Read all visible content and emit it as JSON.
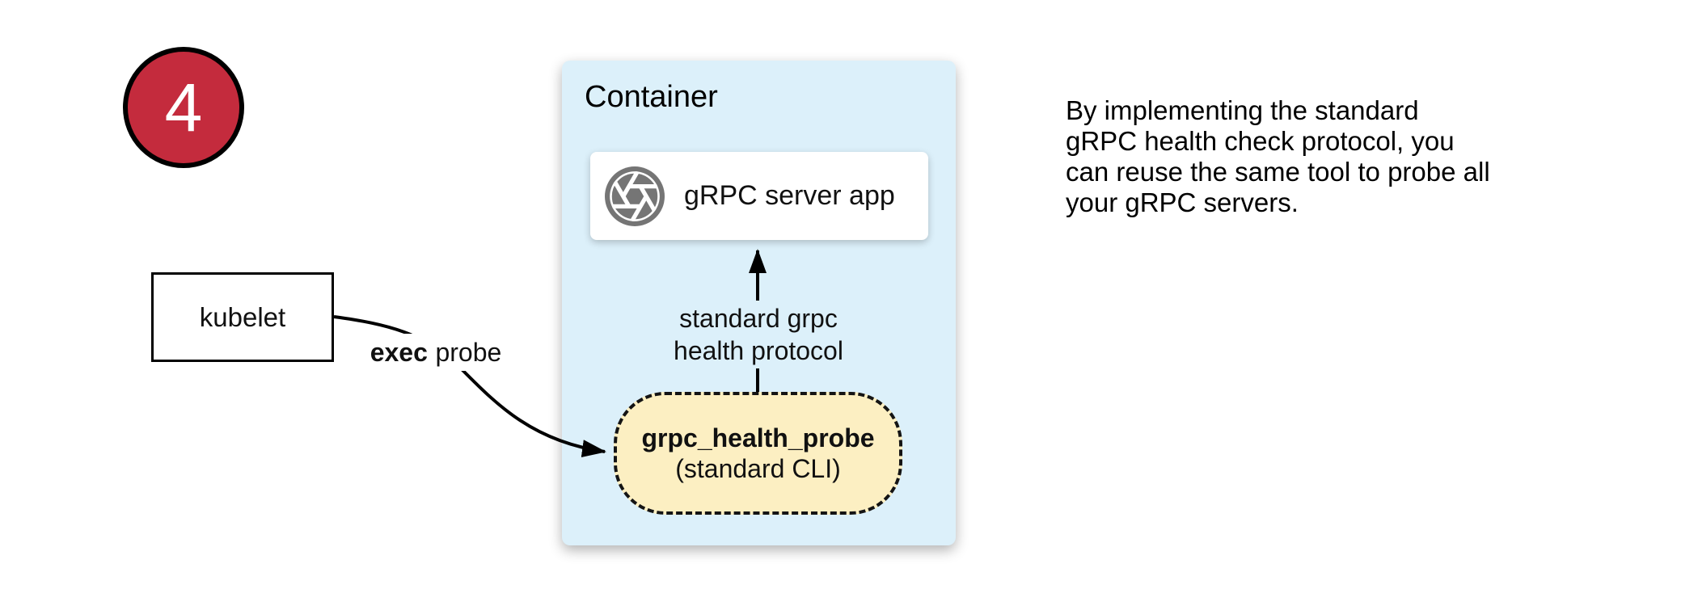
{
  "badge": {
    "value": "4"
  },
  "kubelet": {
    "label": "kubelet"
  },
  "container": {
    "title": "Container"
  },
  "server_box": {
    "label": "gRPC server app",
    "icon": "aperture-icon"
  },
  "probe_box": {
    "line1": "grpc_health_probe",
    "line2": "(standard CLI)"
  },
  "exec_edge": {
    "bold": "exec",
    "rest": "probe"
  },
  "protocol_edge": {
    "line1": "standard grpc",
    "line2": "health protocol"
  },
  "note": {
    "line1": "By implementing the standard",
    "line2": "gRPC health check protocol, you",
    "line3": "can reuse the same tool to probe all",
    "line4": "your gRPC servers."
  },
  "colors": {
    "badge_red": "#C42B3D",
    "container_blue": "#DCF0FA",
    "probe_yellow": "#FCEFC2",
    "icon_gray": "#757575",
    "arrow_black": "#000000"
  }
}
